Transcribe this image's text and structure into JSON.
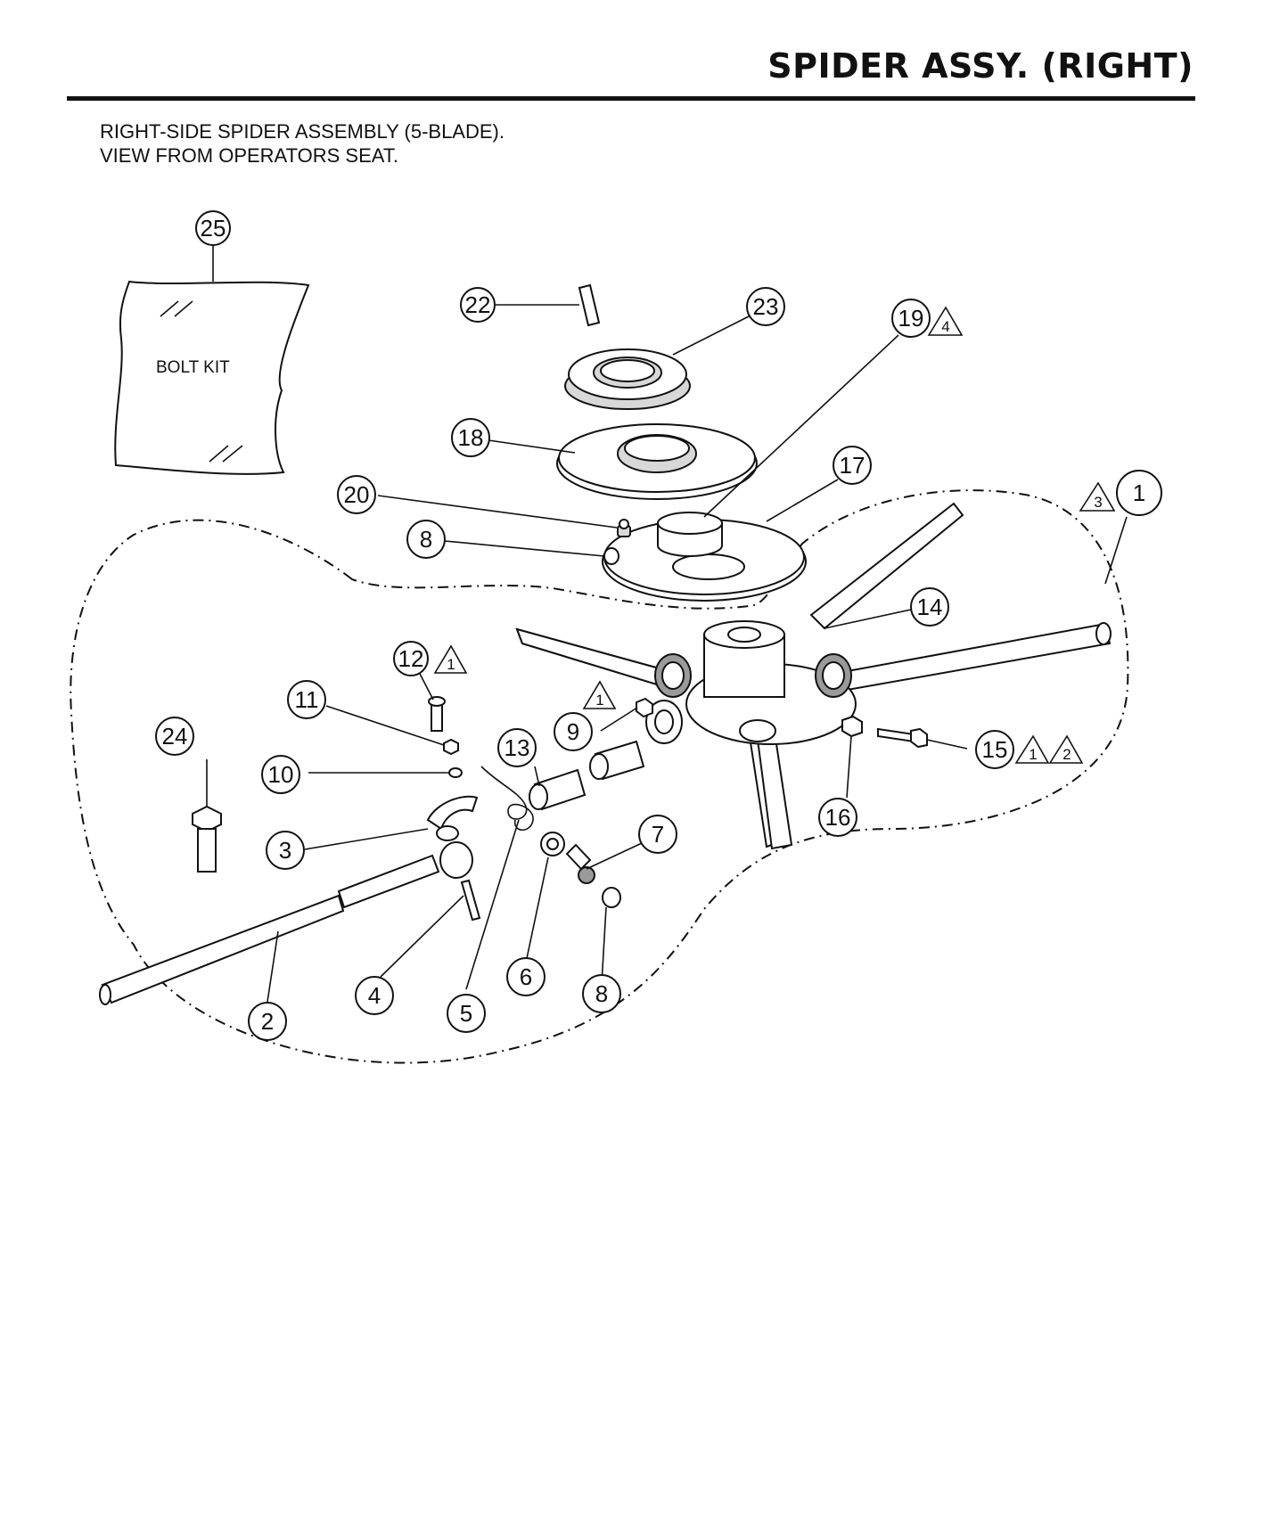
{
  "header": {
    "title": "SPIDER ASSY. (RIGHT)"
  },
  "description": {
    "line1": "RIGHT-SIDE SPIDER ASSEMBLY (5-BLADE).",
    "line2": "VIEW FROM OPERATORS SEAT."
  },
  "bolt_kit_label": "BOLT KIT",
  "callouts": {
    "c25": "25",
    "c22": "22",
    "c23": "23",
    "c19": "19",
    "c18": "18",
    "c17": "17",
    "c20": "20",
    "c8a": "8",
    "c1": "1",
    "c14": "14",
    "c12": "12",
    "c11": "11",
    "c9": "9",
    "c24": "24",
    "c13": "13",
    "c15": "15",
    "c10": "10",
    "c16": "16",
    "c3": "3",
    "c7": "7",
    "c4": "4",
    "c6": "6",
    "c8b": "8",
    "c2": "2",
    "c5": "5"
  },
  "notes": {
    "n19": "4",
    "n1": "3",
    "n12": "1",
    "n9": "1",
    "n15a": "1",
    "n15b": "2"
  }
}
